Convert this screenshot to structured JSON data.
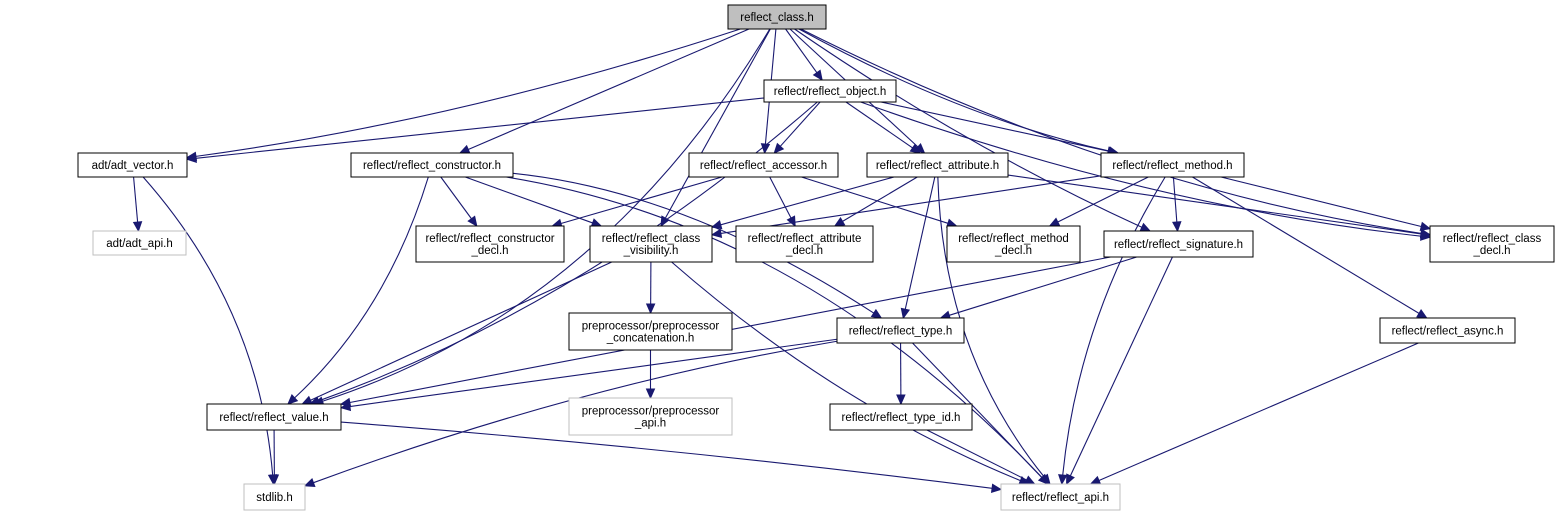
{
  "diagram": {
    "nodes": [
      {
        "id": "reflect_class_h",
        "lines": [
          "reflect_class.h"
        ],
        "style": "root"
      },
      {
        "id": "reflect_object_h",
        "lines": [
          "reflect/reflect_object.h"
        ],
        "style": "normal"
      },
      {
        "id": "adt_vector_h",
        "lines": [
          "adt/adt_vector.h"
        ],
        "style": "normal"
      },
      {
        "id": "reflect_constructor_h",
        "lines": [
          "reflect/reflect_constructor.h"
        ],
        "style": "normal"
      },
      {
        "id": "reflect_accessor_h",
        "lines": [
          "reflect/reflect_accessor.h"
        ],
        "style": "normal"
      },
      {
        "id": "reflect_attribute_h",
        "lines": [
          "reflect/reflect_attribute.h"
        ],
        "style": "normal"
      },
      {
        "id": "reflect_method_h",
        "lines": [
          "reflect/reflect_method.h"
        ],
        "style": "normal"
      },
      {
        "id": "adt_api_h",
        "lines": [
          "adt/adt_api.h"
        ],
        "style": "external"
      },
      {
        "id": "reflect_constructor_decl_h",
        "lines": [
          "reflect/reflect_constructor",
          "_decl.h"
        ],
        "style": "normal"
      },
      {
        "id": "reflect_class_visibility_h",
        "lines": [
          "reflect/reflect_class",
          "_visibility.h"
        ],
        "style": "normal"
      },
      {
        "id": "reflect_attribute_decl_h",
        "lines": [
          "reflect/reflect_attribute",
          "_decl.h"
        ],
        "style": "normal"
      },
      {
        "id": "reflect_method_decl_h",
        "lines": [
          "reflect/reflect_method",
          "_decl.h"
        ],
        "style": "normal"
      },
      {
        "id": "reflect_signature_h",
        "lines": [
          "reflect/reflect_signature.h"
        ],
        "style": "normal"
      },
      {
        "id": "reflect_class_decl_h",
        "lines": [
          "reflect/reflect_class",
          "_decl.h"
        ],
        "style": "normal"
      },
      {
        "id": "preprocessor_concatenation_h",
        "lines": [
          "preprocessor/preprocessor",
          "_concatenation.h"
        ],
        "style": "normal"
      },
      {
        "id": "reflect_type_h",
        "lines": [
          "reflect/reflect_type.h"
        ],
        "style": "normal"
      },
      {
        "id": "reflect_async_h",
        "lines": [
          "reflect/reflect_async.h"
        ],
        "style": "normal"
      },
      {
        "id": "reflect_value_h",
        "lines": [
          "reflect/reflect_value.h"
        ],
        "style": "normal"
      },
      {
        "id": "preprocessor_api_h",
        "lines": [
          "preprocessor/preprocessor",
          "_api.h"
        ],
        "style": "external"
      },
      {
        "id": "reflect_type_id_h",
        "lines": [
          "reflect/reflect_type_id.h"
        ],
        "style": "normal"
      },
      {
        "id": "stdlib_h",
        "lines": [
          "stdlib.h"
        ],
        "style": "external"
      },
      {
        "id": "reflect_api_h",
        "lines": [
          "reflect/reflect_api.h"
        ],
        "style": "external"
      }
    ],
    "edges": [
      {
        "from": "reflect_class_h",
        "to": "reflect_object_h"
      },
      {
        "from": "reflect_class_h",
        "to": "adt_vector_h"
      },
      {
        "from": "reflect_class_h",
        "to": "reflect_constructor_h"
      },
      {
        "from": "reflect_class_h",
        "to": "reflect_accessor_h"
      },
      {
        "from": "reflect_class_h",
        "to": "reflect_attribute_h"
      },
      {
        "from": "reflect_class_h",
        "to": "reflect_method_h"
      },
      {
        "from": "reflect_class_h",
        "to": "reflect_class_visibility_h"
      },
      {
        "from": "reflect_class_h",
        "to": "reflect_signature_h"
      },
      {
        "from": "reflect_class_h",
        "to": "reflect_class_decl_h"
      },
      {
        "from": "reflect_class_h",
        "to": "reflect_value_h"
      },
      {
        "from": "reflect_object_h",
        "to": "adt_vector_h"
      },
      {
        "from": "reflect_object_h",
        "to": "reflect_accessor_h"
      },
      {
        "from": "reflect_object_h",
        "to": "reflect_attribute_h"
      },
      {
        "from": "reflect_object_h",
        "to": "reflect_method_h"
      },
      {
        "from": "reflect_object_h",
        "to": "reflect_class_decl_h"
      },
      {
        "from": "reflect_object_h",
        "to": "reflect_value_h"
      },
      {
        "from": "adt_vector_h",
        "to": "adt_api_h"
      },
      {
        "from": "adt_vector_h",
        "to": "stdlib_h"
      },
      {
        "from": "reflect_constructor_h",
        "to": "reflect_constructor_decl_h"
      },
      {
        "from": "reflect_constructor_h",
        "to": "reflect_class_visibility_h"
      },
      {
        "from": "reflect_constructor_h",
        "to": "reflect_type_h"
      },
      {
        "from": "reflect_constructor_h",
        "to": "reflect_value_h"
      },
      {
        "from": "reflect_constructor_h",
        "to": "reflect_api_h"
      },
      {
        "from": "reflect_accessor_h",
        "to": "reflect_constructor_decl_h"
      },
      {
        "from": "reflect_accessor_h",
        "to": "reflect_attribute_decl_h"
      },
      {
        "from": "reflect_accessor_h",
        "to": "reflect_method_decl_h"
      },
      {
        "from": "reflect_attribute_h",
        "to": "reflect_class_visibility_h"
      },
      {
        "from": "reflect_attribute_h",
        "to": "reflect_attribute_decl_h"
      },
      {
        "from": "reflect_attribute_h",
        "to": "reflect_type_h"
      },
      {
        "from": "reflect_attribute_h",
        "to": "reflect_class_decl_h"
      },
      {
        "from": "reflect_attribute_h",
        "to": "reflect_api_h"
      },
      {
        "from": "reflect_method_h",
        "to": "reflect_class_visibility_h"
      },
      {
        "from": "reflect_method_h",
        "to": "reflect_method_decl_h"
      },
      {
        "from": "reflect_method_h",
        "to": "reflect_signature_h"
      },
      {
        "from": "reflect_method_h",
        "to": "reflect_class_decl_h"
      },
      {
        "from": "reflect_method_h",
        "to": "reflect_async_h"
      },
      {
        "from": "reflect_method_h",
        "to": "reflect_api_h"
      },
      {
        "from": "reflect_class_visibility_h",
        "to": "preprocessor_concatenation_h"
      },
      {
        "from": "reflect_class_visibility_h",
        "to": "reflect_value_h"
      },
      {
        "from": "reflect_class_visibility_h",
        "to": "reflect_api_h"
      },
      {
        "from": "reflect_signature_h",
        "to": "reflect_type_h"
      },
      {
        "from": "reflect_signature_h",
        "to": "reflect_value_h"
      },
      {
        "from": "reflect_signature_h",
        "to": "reflect_api_h"
      },
      {
        "from": "preprocessor_concatenation_h",
        "to": "preprocessor_api_h"
      },
      {
        "from": "reflect_type_h",
        "to": "reflect_value_h"
      },
      {
        "from": "reflect_type_h",
        "to": "reflect_type_id_h"
      },
      {
        "from": "reflect_type_h",
        "to": "stdlib_h"
      },
      {
        "from": "reflect_type_h",
        "to": "reflect_api_h"
      },
      {
        "from": "reflect_async_h",
        "to": "reflect_api_h"
      },
      {
        "from": "reflect_value_h",
        "to": "stdlib_h"
      },
      {
        "from": "reflect_value_h",
        "to": "reflect_api_h"
      },
      {
        "from": "reflect_type_id_h",
        "to": "reflect_api_h"
      }
    ],
    "colors": {
      "edge": "#191970",
      "root_fill": "#bfbfbf",
      "node_border": "#000000",
      "external_border": "#bfbfbf",
      "background": "#ffffff"
    }
  }
}
